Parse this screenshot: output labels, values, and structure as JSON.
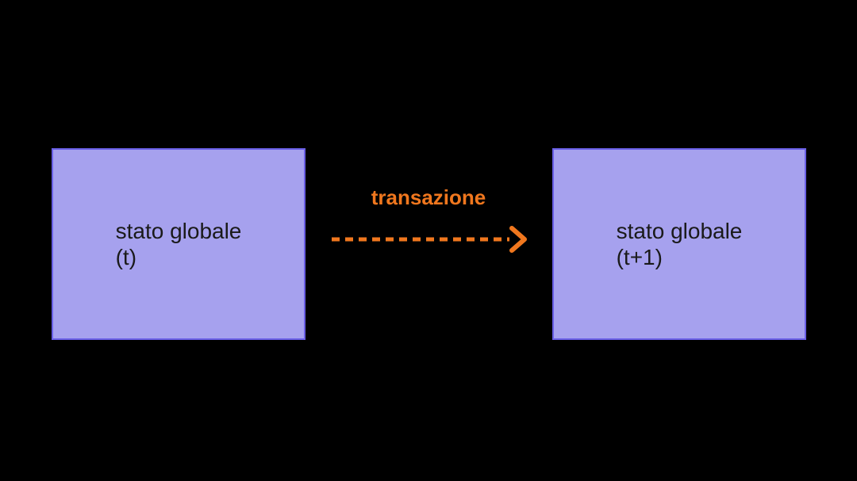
{
  "diagram": {
    "type": "state-transition",
    "background_color": "#000000",
    "nodes": [
      {
        "id": "stato-globale-t",
        "line1": "stato globale",
        "line2": "(t)",
        "fill_color": "#a6a1ee",
        "border_color": "#6a5fe6",
        "text_color": "#1a1a1a"
      },
      {
        "id": "stato-globale-t-plus-1",
        "line1": "stato globale",
        "line2": "(t+1)",
        "fill_color": "#a6a1ee",
        "border_color": "#6a5fe6",
        "text_color": "#1a1a1a"
      }
    ],
    "arrow": {
      "label": "transazione",
      "color": "#f0771e",
      "line_style": "dashed",
      "direction": "right",
      "from": "stato-globale-t",
      "to": "stato-globale-t-plus-1"
    }
  }
}
